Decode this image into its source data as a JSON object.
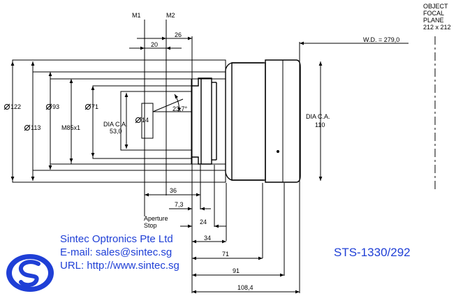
{
  "labels": {
    "m1": "M1",
    "m2": "M2",
    "object_focal_plane": [
      "OBJECT",
      "FOCAL",
      "PLANE",
      "212 x 212"
    ],
    "wd": "W.D. = 279,0",
    "dim_26": "26",
    "dim_20": "20",
    "dia_122": "122",
    "dia_113": "113",
    "dia_93": "93",
    "dia_71": "71",
    "m85": "M85x1",
    "dia_ca_left": [
      "DIA C.A.",
      "53,0"
    ],
    "dia_14": "14",
    "angle": "23,7°",
    "dia_ca_right": [
      "DIA C.A.",
      "110"
    ],
    "dim_36": "36",
    "dim_7_3": "7,3",
    "aperture_stop": [
      "Aperture",
      "Stop"
    ],
    "dim_24": "24",
    "dim_34": "34",
    "dim_71": "71",
    "dim_91": "91",
    "dim_108_4": "108,4"
  },
  "company": {
    "name": "Sintec Optronics Pte Ltd",
    "email": "E-mail: sales@sintec.sg",
    "url": "URL: http://www.sintec.sg"
  },
  "model": "STS-1330/292",
  "colors": {
    "brand_blue": "#1f3fd6",
    "line": "#000000"
  }
}
